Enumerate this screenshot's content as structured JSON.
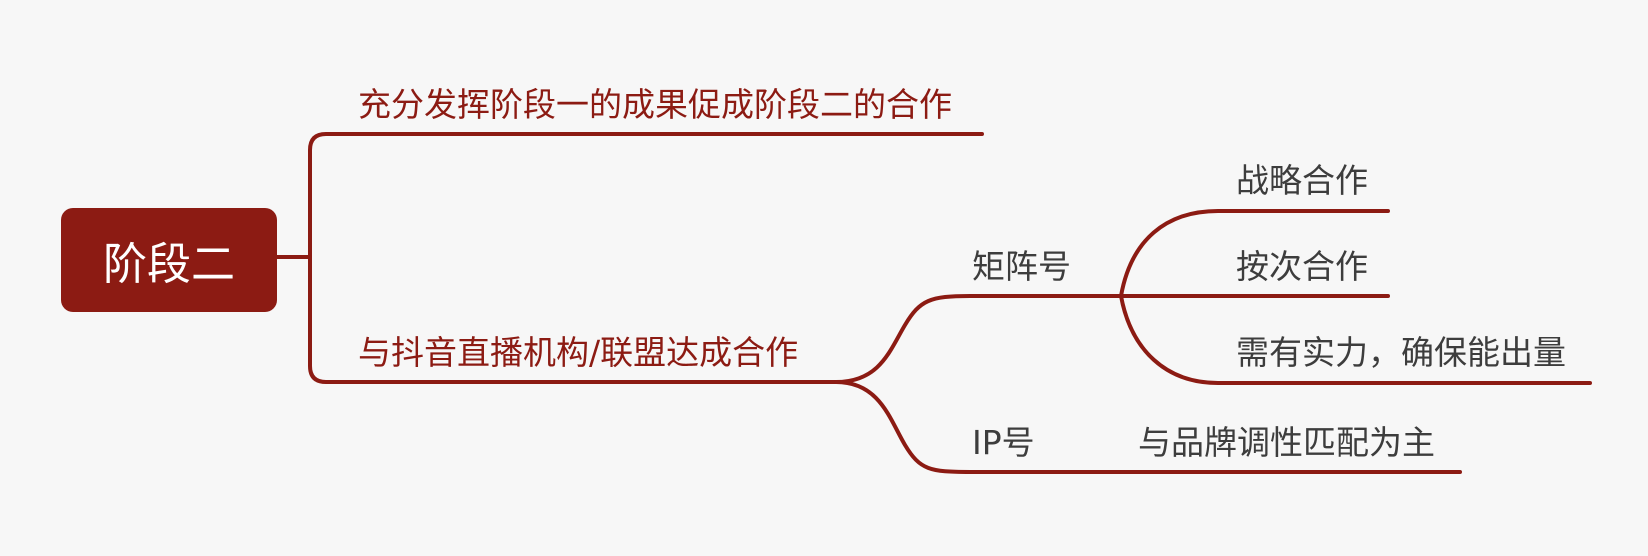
{
  "colors": {
    "accent": "#8c1b13",
    "text": "#3d3d3d",
    "background": "#f7f7f7"
  },
  "root": {
    "label": "阶段二"
  },
  "branches": [
    {
      "label": "充分发挥阶段一的成果促成阶段二的合作",
      "children": []
    },
    {
      "label": "与抖音直播机构/联盟达成合作",
      "children": [
        {
          "label": "矩阵号",
          "children": [
            {
              "label": "战略合作"
            },
            {
              "label": "按次合作"
            },
            {
              "label": "需有实力，确保能出量"
            }
          ]
        },
        {
          "label": "IP号",
          "children": [
            {
              "label": "与品牌调性匹配为主"
            }
          ]
        }
      ]
    }
  ]
}
